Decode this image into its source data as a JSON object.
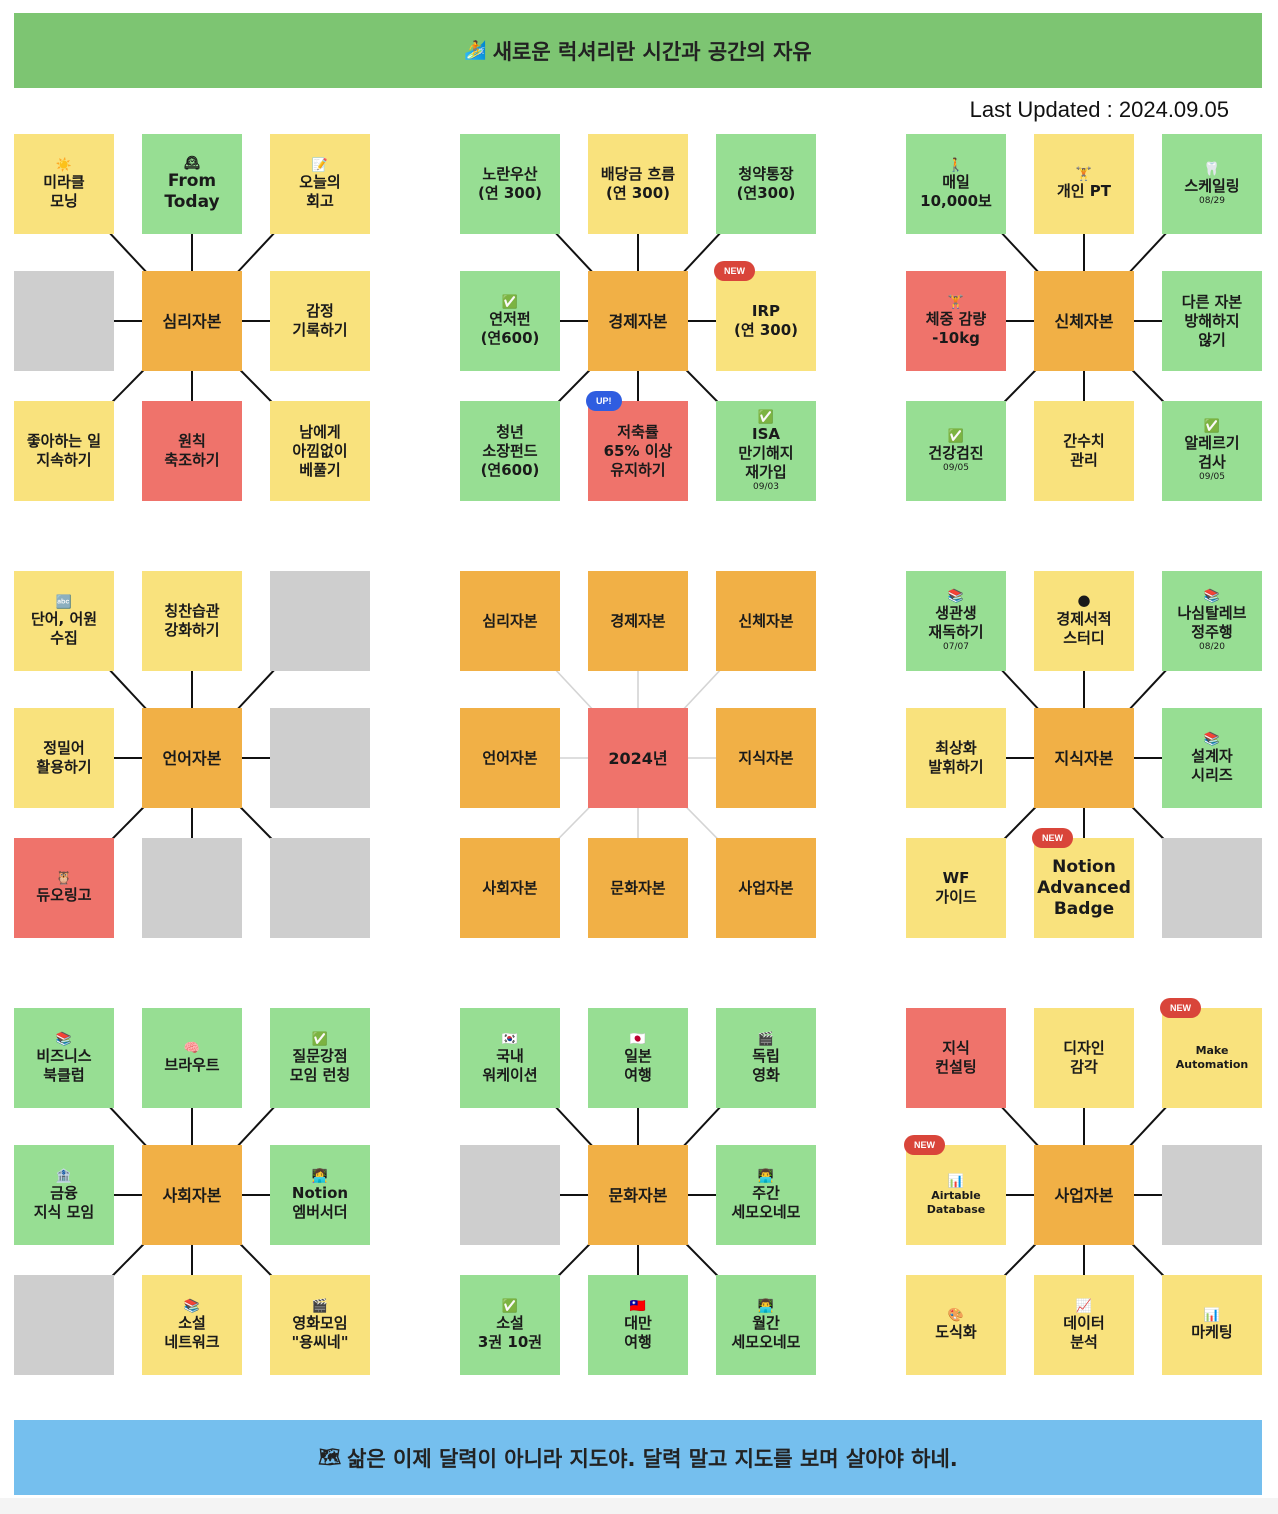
{
  "header": {
    "icon": "🏄",
    "title": "새로운 럭셔리란 시간과 공간의 자유"
  },
  "updated": "Last Updated : 2024.09.05",
  "footer": {
    "icon": "🗺",
    "text": "삶은 이제 달력이 아니라 지도야. 달력 말고 지도를 보며 살아야 하네."
  },
  "colors": {
    "green": "#97de93",
    "yellow": "#f9e27d",
    "orange": "#f1b046",
    "red": "#ef736b",
    "gray": "#cecece"
  },
  "grids": [
    {
      "id": "psych",
      "center": "심리자본",
      "cells": [
        {
          "color": "yellow",
          "icon": "☀️",
          "text": "미라클\n모닝"
        },
        {
          "color": "green",
          "icon": "🕰",
          "text": "From\nToday",
          "size": "large"
        },
        {
          "color": "yellow",
          "icon": "📝",
          "text": "오늘의\n회고"
        },
        {
          "color": "gray",
          "text": ""
        },
        {
          "color": "yellow",
          "text": "감정\n기록하기"
        },
        {
          "color": "yellow",
          "text": "좋아하는 일\n지속하기"
        },
        {
          "color": "red",
          "text": "원칙\n축조하기"
        },
        {
          "color": "yellow",
          "text": "남에게\n아낌없이\n베풀기"
        }
      ]
    },
    {
      "id": "econ",
      "center": "경제자본",
      "cells": [
        {
          "color": "green",
          "text": "노란우산\n(연 300)"
        },
        {
          "color": "yellow",
          "text": "배당금 흐름\n(연 300)"
        },
        {
          "color": "green",
          "text": "청약통장\n(연300)"
        },
        {
          "color": "green",
          "icon": "✅",
          "text": "연저펀\n(연600)"
        },
        {
          "color": "yellow",
          "text": "IRP\n(연 300)",
          "badge": "NEW",
          "badgeType": "new"
        },
        {
          "color": "green",
          "text": "청년\n소장펀드\n(연600)"
        },
        {
          "color": "red",
          "text": "저축률\n65% 이상\n유지하기",
          "badge": "UP!",
          "badgeType": "up"
        },
        {
          "color": "green",
          "icon": "✅",
          "text": "ISA\n만기해지\n재가입",
          "sub": "09/03"
        }
      ]
    },
    {
      "id": "body",
      "center": "신체자본",
      "cells": [
        {
          "color": "green",
          "icon": "🚶",
          "text": "매일\n10,000보"
        },
        {
          "color": "yellow",
          "icon": "🏋",
          "text": "개인 PT"
        },
        {
          "color": "green",
          "icon": "🦷",
          "text": "스케일링",
          "sub": "08/29"
        },
        {
          "color": "red",
          "icon": "🏋",
          "text": "체중 감량\n-10kg"
        },
        {
          "color": "green",
          "text": "다른 자본\n방해하지\n않기"
        },
        {
          "color": "green",
          "icon": "✅",
          "text": "건강검진",
          "sub": "09/05"
        },
        {
          "color": "yellow",
          "text": "간수치\n관리"
        },
        {
          "color": "green",
          "icon": "✅",
          "text": "알레르기\n검사",
          "sub": "09/05"
        }
      ]
    },
    {
      "id": "lang",
      "center": "언어자본",
      "cells": [
        {
          "color": "yellow",
          "icon": "🔤",
          "text": "단어, 어원\n수집"
        },
        {
          "color": "yellow",
          "text": "칭찬습관\n강화하기"
        },
        {
          "color": "gray",
          "text": ""
        },
        {
          "color": "yellow",
          "text": "정밀어\n활용하기"
        },
        {
          "color": "gray",
          "text": ""
        },
        {
          "color": "red",
          "icon": "🦉",
          "text": "듀오링고"
        },
        {
          "color": "gray",
          "text": ""
        },
        {
          "color": "gray",
          "text": ""
        }
      ]
    },
    {
      "id": "main",
      "center": "2024년",
      "centerColor": "red",
      "cells": [
        {
          "color": "orange",
          "text": "심리자본"
        },
        {
          "color": "orange",
          "text": "경제자본"
        },
        {
          "color": "orange",
          "text": "신체자본"
        },
        {
          "color": "orange",
          "text": "언어자본"
        },
        {
          "color": "orange",
          "text": "지식자본"
        },
        {
          "color": "orange",
          "text": "사회자본"
        },
        {
          "color": "orange",
          "text": "문화자본"
        },
        {
          "color": "orange",
          "text": "사업자본"
        }
      ]
    },
    {
      "id": "know",
      "center": "지식자본",
      "cells": [
        {
          "color": "green",
          "icon": "📚",
          "text": "생관생\n재독하기",
          "sub": "07/07"
        },
        {
          "color": "yellow",
          "icon": "🌑",
          "text": "경제서적\n스터디"
        },
        {
          "color": "green",
          "icon": "📚",
          "text": "나심탈레브\n정주행",
          "sub": "08/20"
        },
        {
          "color": "yellow",
          "text": "최상화\n발휘하기"
        },
        {
          "color": "green",
          "icon": "📚",
          "text": "설계자\n시리즈"
        },
        {
          "color": "yellow",
          "text": "WF\n가이드"
        },
        {
          "color": "yellow",
          "text": "Notion\nAdvanced\nBadge",
          "size": "large",
          "badge": "NEW",
          "badgeType": "new"
        },
        {
          "color": "gray",
          "text": ""
        }
      ]
    },
    {
      "id": "social",
      "center": "사회자본",
      "cells": [
        {
          "color": "green",
          "icon": "📚",
          "text": "비즈니스\n북클럽"
        },
        {
          "color": "green",
          "icon": "🧠",
          "text": "브라우트"
        },
        {
          "color": "green",
          "icon": "✅",
          "text": "질문강점\n모임 런칭"
        },
        {
          "color": "green",
          "icon": "🏦",
          "text": "금융\n지식 모임"
        },
        {
          "color": "green",
          "icon": "👩‍💻",
          "text": "Notion\n엠버서더"
        },
        {
          "color": "gray",
          "text": ""
        },
        {
          "color": "yellow",
          "icon": "📚",
          "text": "소설\n네트워크"
        },
        {
          "color": "yellow",
          "icon": "🎬",
          "text": "영화모임\n\"용씨네\""
        }
      ]
    },
    {
      "id": "culture",
      "center": "문화자본",
      "cells": [
        {
          "color": "green",
          "icon": "🇰🇷",
          "text": "국내\n워케이션"
        },
        {
          "color": "green",
          "icon": "🇯🇵",
          "text": "일본\n여행"
        },
        {
          "color": "green",
          "icon": "🎬",
          "text": "독립\n영화"
        },
        {
          "color": "gray",
          "text": ""
        },
        {
          "color": "green",
          "icon": "👨‍💻",
          "text": "주간\n세모오네모"
        },
        {
          "color": "green",
          "icon": "✅",
          "text": "소설\n3권 10권"
        },
        {
          "color": "green",
          "icon": "🇹🇼",
          "text": "대만\n여행"
        },
        {
          "color": "green",
          "icon": "👨‍💻",
          "text": "월간\n세모오네모"
        }
      ]
    },
    {
      "id": "biz",
      "center": "사업자본",
      "cells": [
        {
          "color": "red",
          "text": "지식\n컨설팅"
        },
        {
          "color": "yellow",
          "text": "디자인\n감각"
        },
        {
          "color": "yellow",
          "text": "Make\nAutomation",
          "size": "small",
          "badge": "NEW",
          "badgeType": "new"
        },
        {
          "color": "yellow",
          "icon": "📊",
          "text": "Airtable\nDatabase",
          "size": "small",
          "badge": "NEW",
          "badgeType": "new"
        },
        {
          "color": "gray",
          "text": ""
        },
        {
          "color": "yellow",
          "icon": "🎨",
          "text": "도식화"
        },
        {
          "color": "yellow",
          "icon": "📈",
          "text": "데이터\n분석"
        },
        {
          "color": "yellow",
          "icon": "📊",
          "text": "마케팅"
        }
      ]
    }
  ]
}
